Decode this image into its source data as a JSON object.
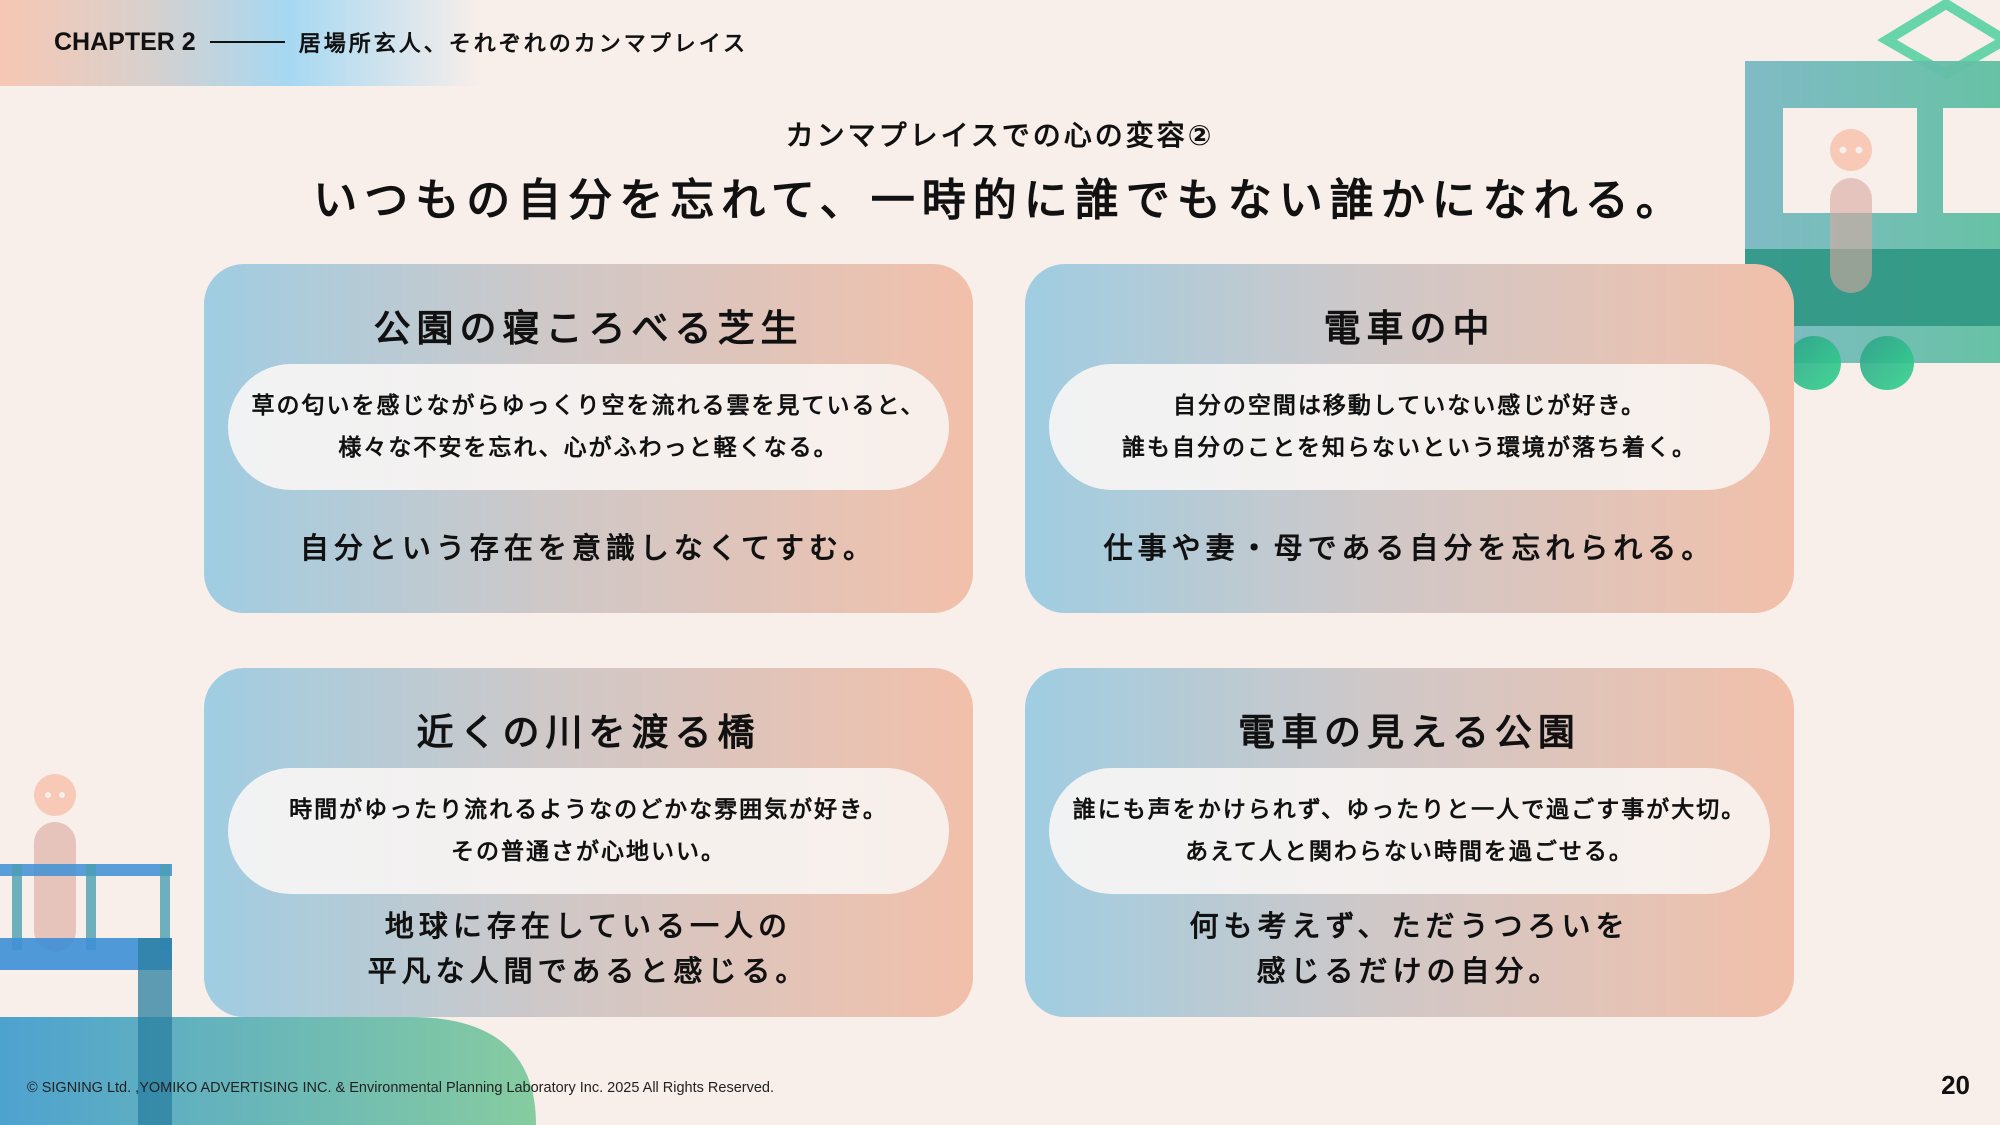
{
  "header": {
    "chapter": "CHAPTER 2",
    "chapter_title": "居場所玄人、それぞれのカンマプレイス"
  },
  "subtitle": "カンマプレイスでの心の変容②",
  "title": "いつもの自分を忘れて、一時的に誰でもない誰かになれる。",
  "cards": [
    {
      "place": "公園の寝ころべる芝生",
      "quote": [
        "草の匂いを感じながらゆっくり空を流れる雲を見ていると、",
        "様々な不安を忘れ、心がふわっと軽くなる。"
      ],
      "change": [
        "自分という存在を意識しなくてすむ。"
      ]
    },
    {
      "place": "電車の中",
      "quote": [
        "自分の空間は移動していない感じが好き。",
        "誰も自分のことを知らないという環境が落ち着く。"
      ],
      "change": [
        "仕事や妻・母である自分を忘れられる。"
      ]
    },
    {
      "place": "近くの川を渡る橋",
      "quote": [
        "時間がゆったり流れるようなのどかな雰囲気が好き。",
        "その普通さが心地いい。"
      ],
      "change": [
        "地球に存在している一人の",
        "平凡な人間であると感じる。"
      ]
    },
    {
      "place": "電車の見える公園",
      "quote": [
        "誰にも声をかけられず、ゆったりと一人で過ごす事が大切。",
        "あえて人と関わらない時間を過ごせる。"
      ],
      "change": [
        "何も考えず、ただうつろいを",
        "感じるだけの自分。"
      ]
    }
  ],
  "footer": {
    "copyright": "© SIGNING Ltd. ,YOMIKO ADVERTISING INC. & Environmental Planning Laboratory Inc. 2025 All Rights Reserved.",
    "page": "20"
  }
}
